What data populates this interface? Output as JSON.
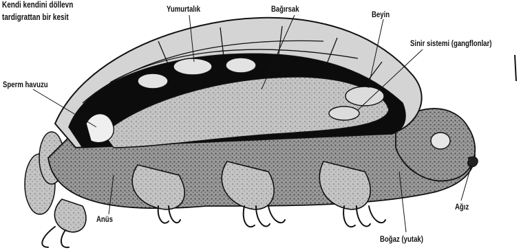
{
  "title_lines": [
    "Kendi kendini döllevn",
    "tardigrattan bir kesit"
  ],
  "labels": {
    "ovary": "Yumurtalık",
    "intestine": "Bağırsak",
    "brain": "Beyin",
    "nervous_system": "Sinir sistemi (gangflonlar)",
    "sperm_pool": "Sperm havuzu",
    "anus": "Anüs",
    "mouth": "Ağız",
    "throat": "Boğaz (yutak)"
  },
  "colors": {
    "ink": "#111111",
    "shell": "#cfcfcf",
    "cavity": "#0c0c0c",
    "organ": "#d9d9d9",
    "body": "#8a8a8a"
  }
}
